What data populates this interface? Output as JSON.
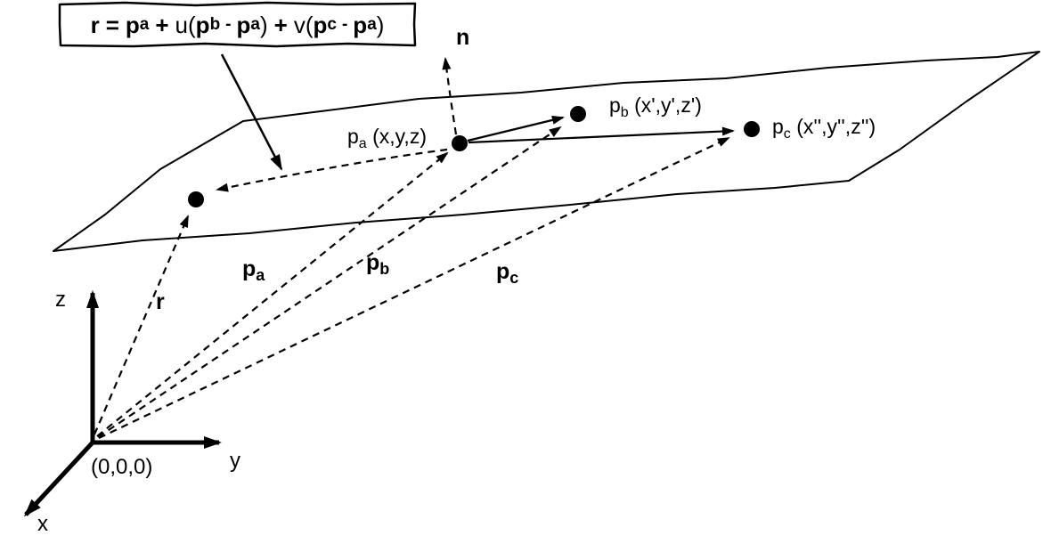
{
  "colors": {
    "ink": "#000000",
    "background": "#ffffff"
  },
  "formula": {
    "full_text": "r = pa + u(pb - pa) + v(pc - pa)",
    "tokens": {
      "r": "r",
      "eq": "=",
      "plus": "+",
      "minus": "-",
      "u": "u",
      "v": "v",
      "lparen": "(",
      "rparen": ")",
      "p": "p",
      "sub_a": "a",
      "sub_b": "b",
      "sub_c": "c"
    }
  },
  "normal": {
    "label": "n"
  },
  "points": {
    "pa": {
      "name": "p",
      "sub": "a",
      "coords": "(x,y,z)"
    },
    "pb": {
      "name": "p",
      "sub": "b",
      "coords": "(x',y',z')"
    },
    "pc": {
      "name": "p",
      "sub": "c",
      "coords": "(x'',y'',z'')"
    }
  },
  "vectors": {
    "r": {
      "label": "r"
    },
    "pa": {
      "name": "p",
      "sub": "a"
    },
    "pb": {
      "name": "p",
      "sub": "b"
    },
    "pc": {
      "name": "p",
      "sub": "c"
    }
  },
  "axes": {
    "z": "z",
    "y": "y",
    "x": "x",
    "origin": "(0,0,0)"
  }
}
